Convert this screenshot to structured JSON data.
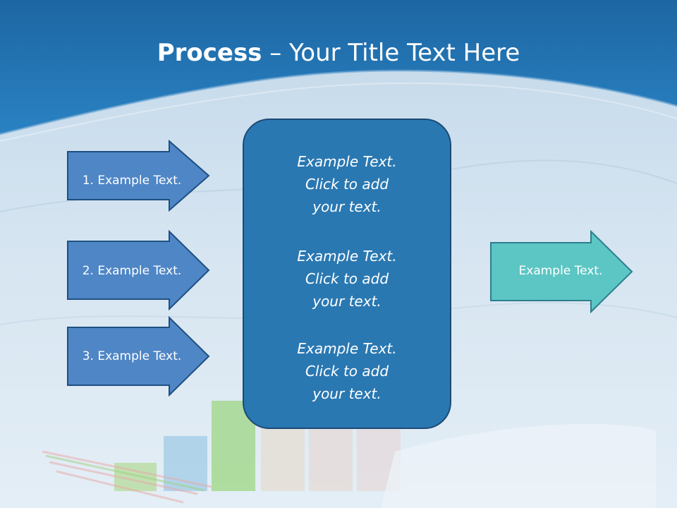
{
  "slide": {
    "title_bold": "Process",
    "title_rest": " – Your Title Text Here",
    "left_arrows": [
      {
        "label": "1. Example Text."
      },
      {
        "label": "2. Example Text."
      },
      {
        "label": "3. Example Text."
      }
    ],
    "center_blocks": [
      {
        "line1": "Example Text.",
        "line2": "Click  to add",
        "line3": "your text."
      },
      {
        "line1": "Example Text.",
        "line2": "Click  to add",
        "line3": "your text."
      },
      {
        "line1": "Example Text.",
        "line2": "Click  to add",
        "line3": "your text."
      }
    ],
    "right_arrow": {
      "label": "Example Text."
    }
  },
  "colors": {
    "header_blue": "#1f6fae",
    "left_arrow_fill": "#4f86c6",
    "center_box_fill": "#2a78b2",
    "right_arrow_fill": "#5cc6c4"
  }
}
